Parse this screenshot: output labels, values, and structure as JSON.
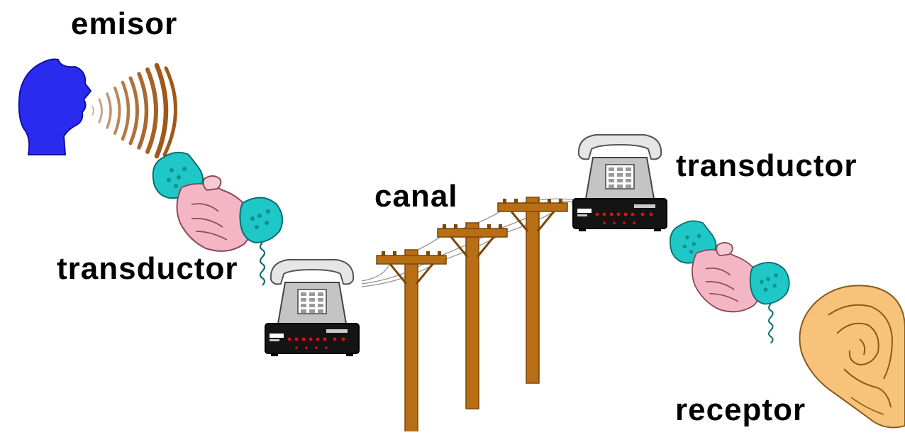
{
  "labels": {
    "emisor": "emisor",
    "transductor_sender": "transductor",
    "canal": "canal",
    "transductor_receiver": "transductor",
    "receptor": "receptor"
  },
  "colors": {
    "head": "#2b2bf0",
    "waves": "#a0581a",
    "handset": "#1fc7c7",
    "hand": "#f4b6c4",
    "phone_body": "#c4c4c4",
    "modem": "#141414",
    "modem_lights": "#e01010",
    "pole": "#b86e14",
    "ear": "#f7c27a",
    "text": "#000000"
  },
  "icons": [
    "speaker-head-icon",
    "sound-waves-icon",
    "hand-holding-handset-icon",
    "telephone-icon",
    "modem-icon",
    "telephone-pole-icon",
    "ear-icon"
  ]
}
